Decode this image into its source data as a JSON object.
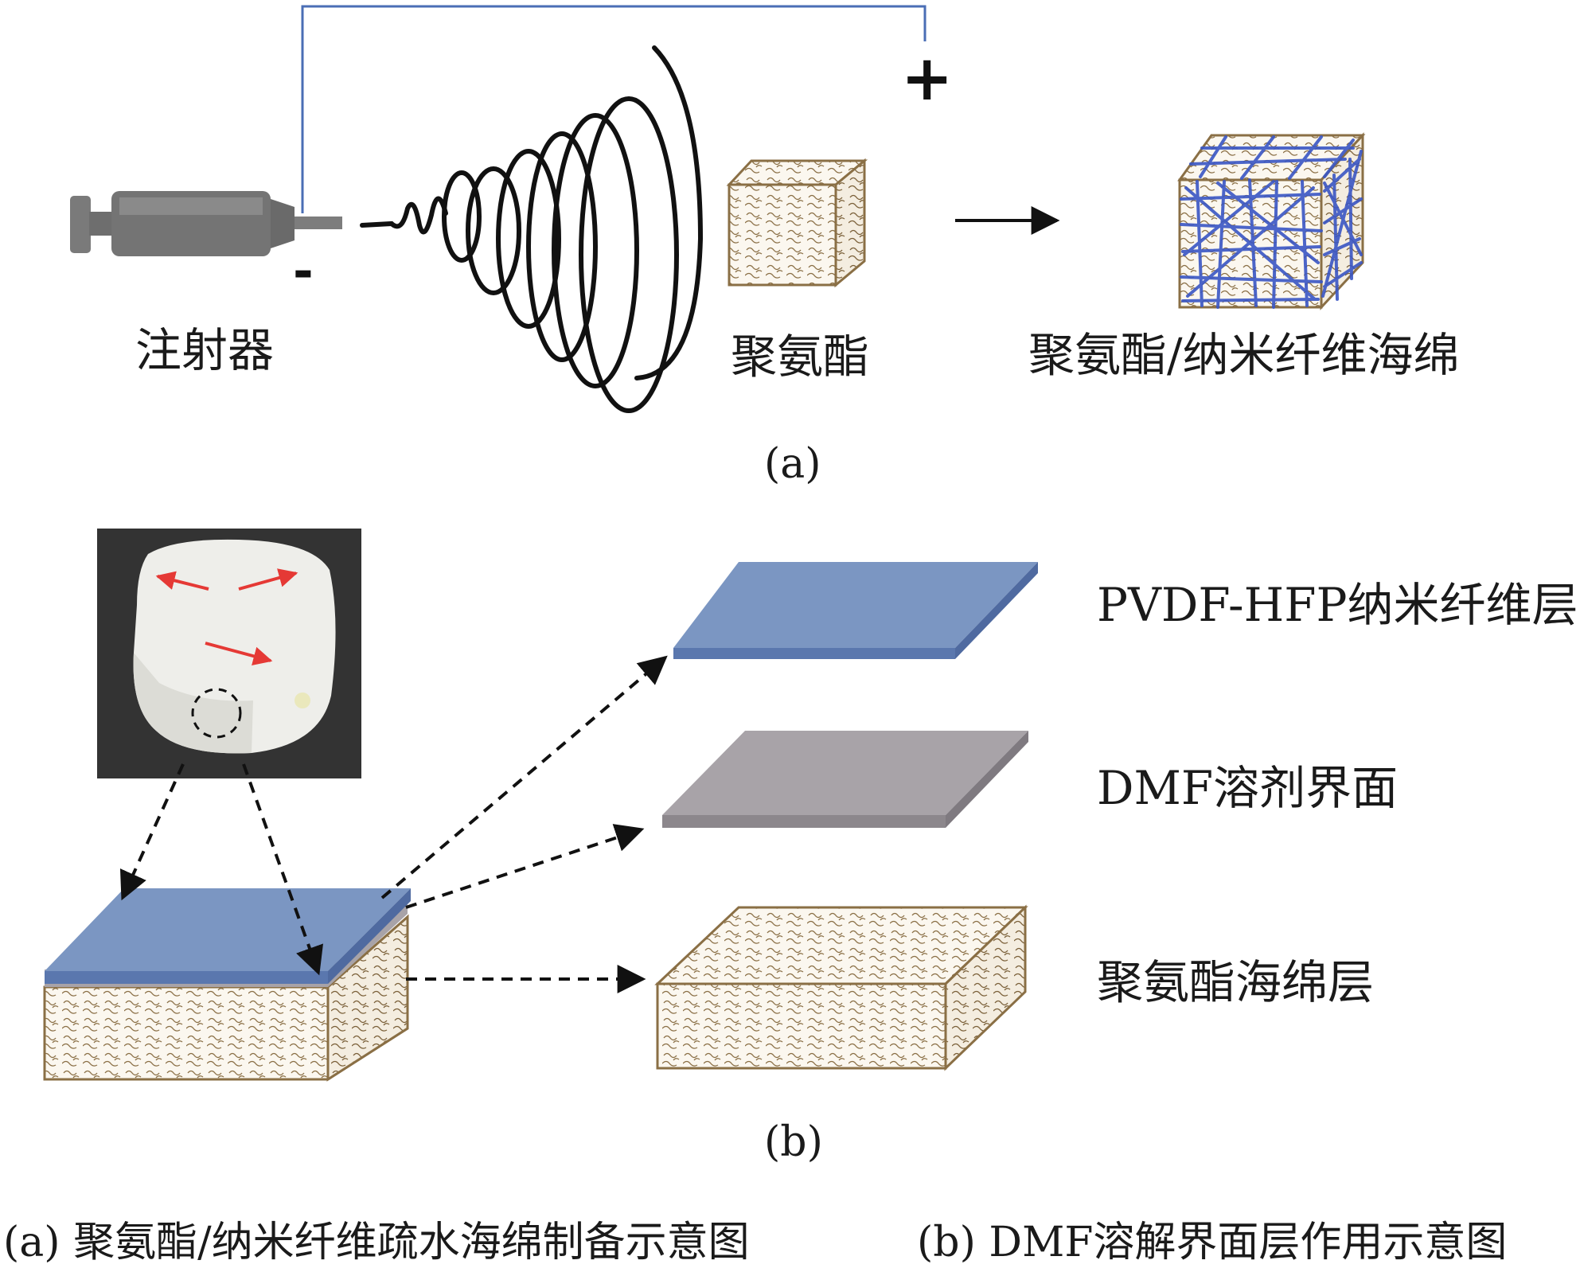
{
  "part_a": {
    "syringe_label": "注射器",
    "polyurethane_label": "聚氨酯",
    "sponge_label": "聚氨酯/纳米纤维海绵",
    "plus_sign": "+",
    "minus_sign": "-",
    "panel_label": "(a)",
    "fiber_color": "#3a56c4",
    "wire_color": "#4a6eb5"
  },
  "part_b": {
    "layer_pvdf": "PVDF-HFP纳米纤维层",
    "layer_dmf": "DMF溶剂界面",
    "layer_pu": "聚氨酯海绵层",
    "panel_label": "(b)",
    "arrow_color": "#e53935",
    "pvdf_color": "#7b96c2",
    "dmf_color": "#a8a3a8",
    "pu_color": "#fbf7ef",
    "pu_pattern_color": "#8a6f45"
  },
  "caption": {
    "a": "(a) 聚氨酯/纳米纤维疏水海绵制备示意图",
    "b": "(b) DMF溶解界面层作用示意图"
  }
}
